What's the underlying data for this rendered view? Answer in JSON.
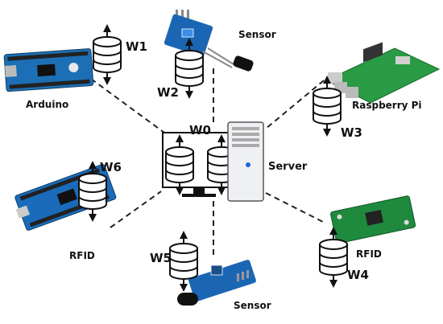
{
  "center": {
    "monitor_label": "W0",
    "server_label": "Server"
  },
  "devices": {
    "arduino": {
      "label": "Arduino"
    },
    "sensor_top": {
      "label": "Sensor"
    },
    "raspberry": {
      "label": "Raspberry Pi"
    },
    "rfid_left": {
      "label": "RFID"
    },
    "rfid_right": {
      "label": "RFID"
    },
    "sensor_bottom": {
      "label": "Sensor"
    }
  },
  "workers": {
    "w1": "W1",
    "w2": "W2",
    "w3": "W3",
    "w4": "W4",
    "w5": "W5",
    "w6": "W6"
  },
  "icons": [
    "database-icon",
    "monitor-icon",
    "server-icon",
    "arduino-board-icon",
    "sensor-module-icon",
    "raspberry-pi-icon",
    "rfid-module-icon"
  ],
  "colors": {
    "board_blue": "#1565a8",
    "pcb_green": "#1f8a3e",
    "line": "#222222",
    "server_body": "#eef0f4"
  }
}
